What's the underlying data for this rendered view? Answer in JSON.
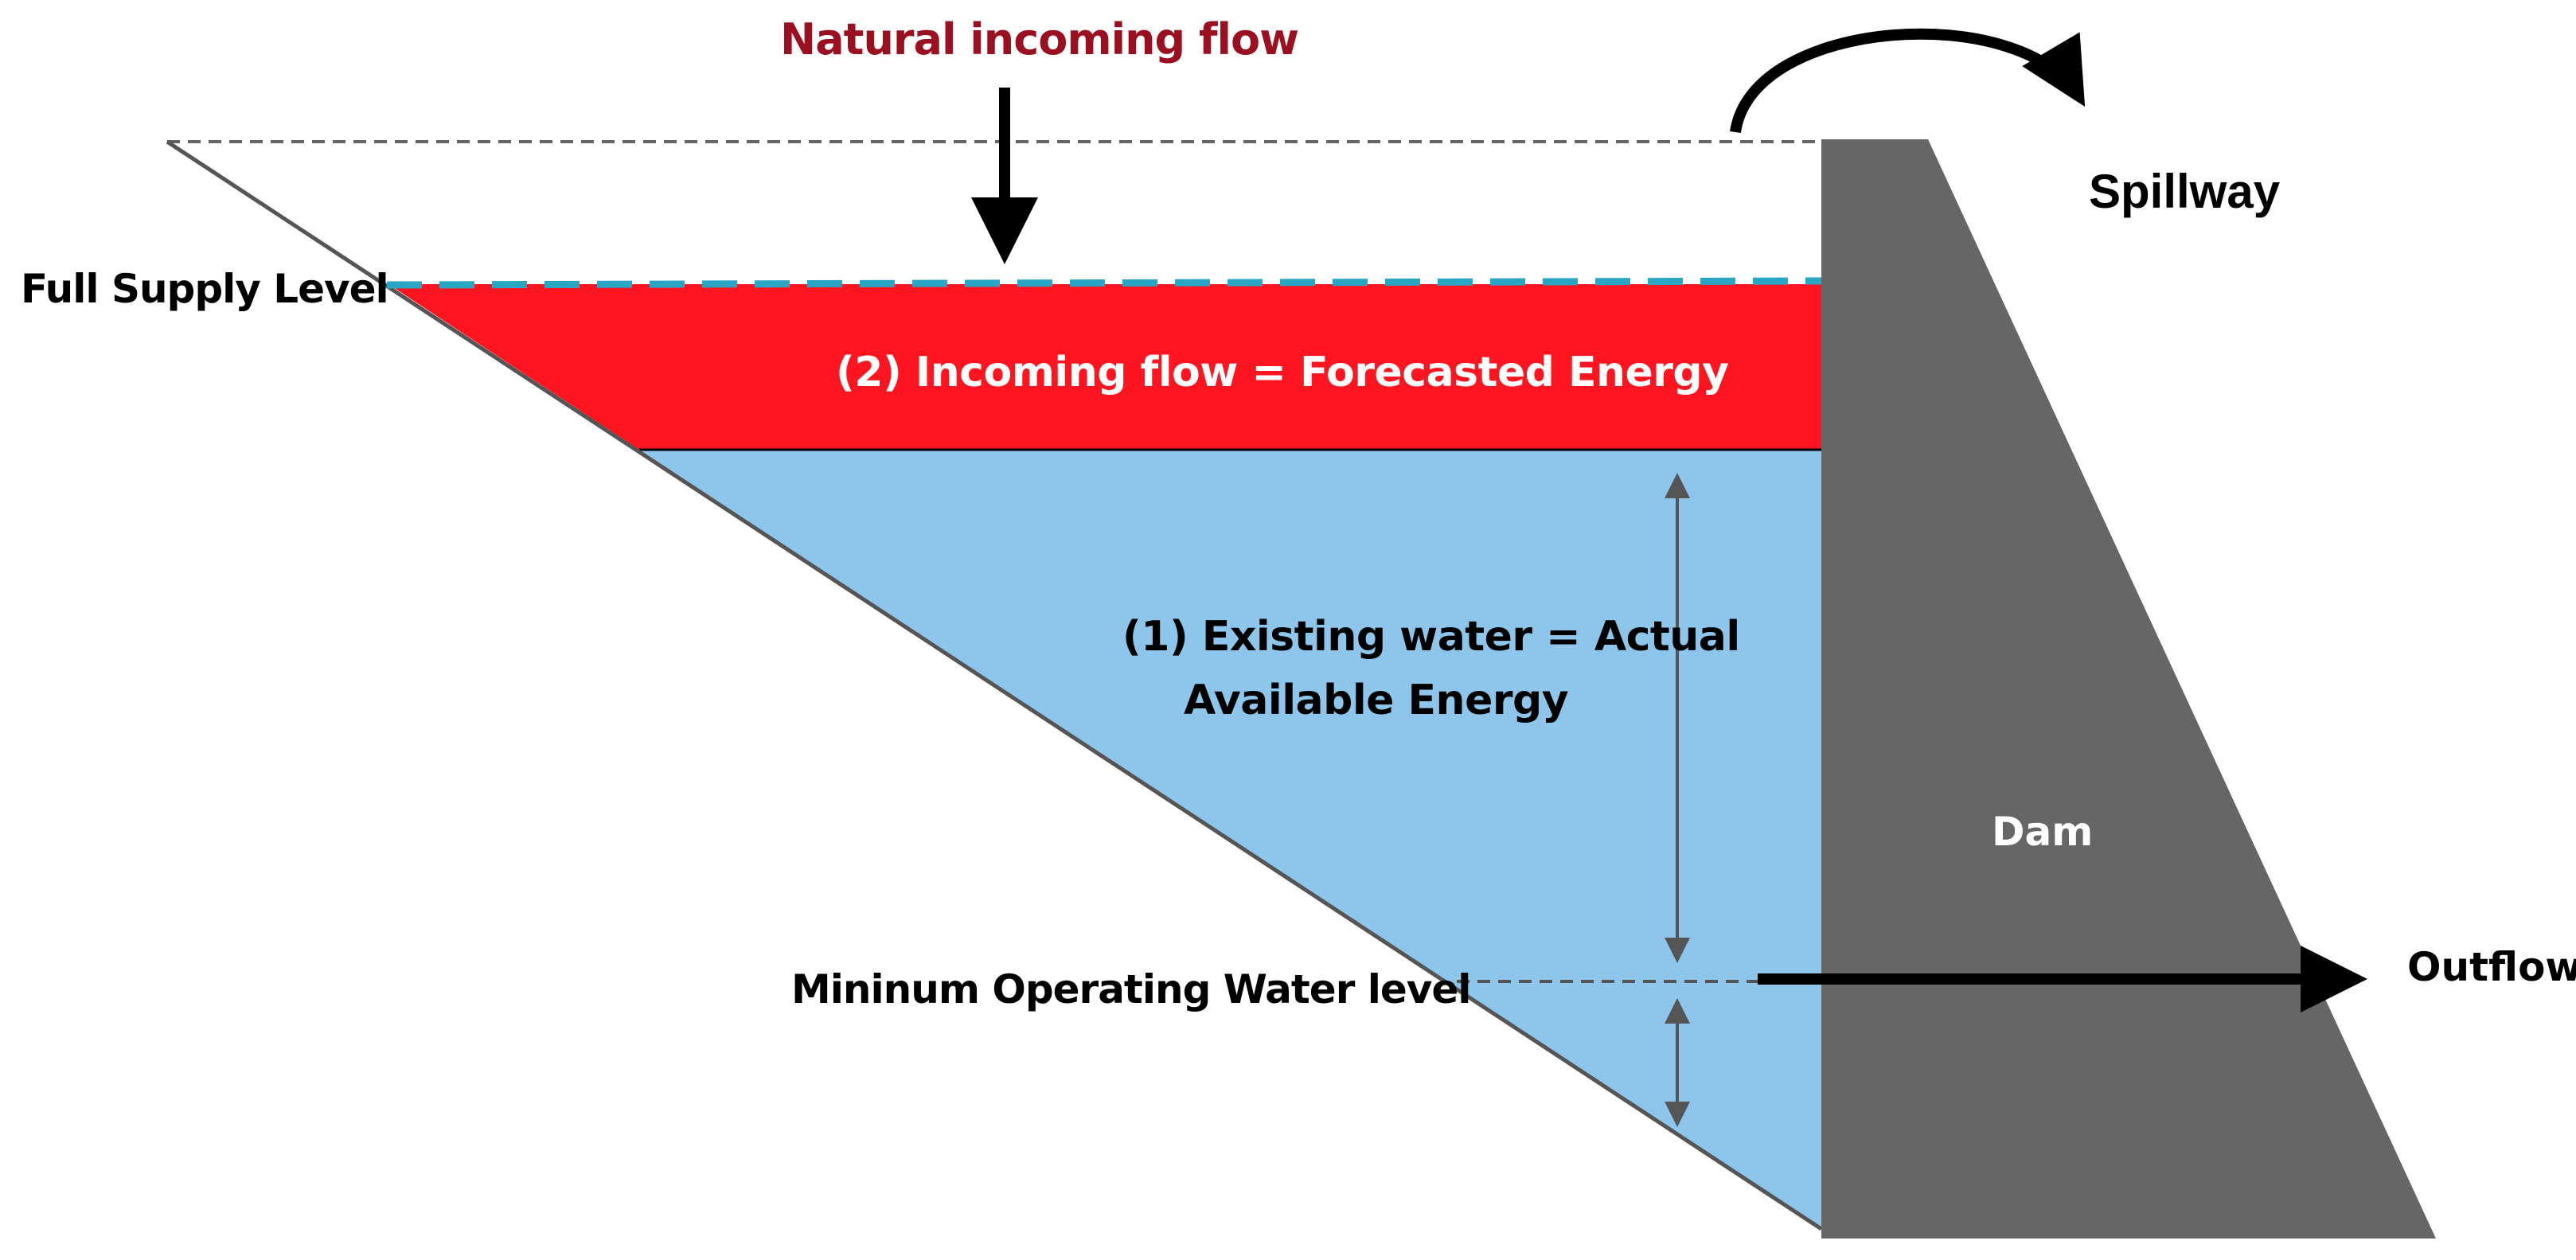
{
  "labels": {
    "natural_incoming_flow": "Natural incoming flow",
    "spillway": "Spillway",
    "full_supply_level": "Full Supply Level",
    "incoming_flow": "(2) Incoming flow = Forecasted Energy",
    "existing_water_line1": "(1) Existing water = Actual",
    "existing_water_line2": "Available Energy",
    "dam": "Dam",
    "outflow": "Outflow",
    "minimum_operating_level": "Mininum Operating Water level"
  },
  "colors": {
    "water": "#8ec5eb",
    "forecast_zone": "#ff1520",
    "dam": "#666666",
    "full_supply_line": "#2aa6c4",
    "natural_flow_text": "#9b1020",
    "arrow": "#000000",
    "dimension_arrow": "#555555",
    "guide_line": "#555555"
  },
  "icons": {
    "natural_flow_arrow": "arrow-down-icon",
    "spillway_arrow": "curved-arrow-icon",
    "outflow_arrow": "arrow-right-icon",
    "existing_water_dimension": "double-arrow-vertical-icon",
    "dead_storage_dimension": "double-arrow-vertical-icon"
  }
}
